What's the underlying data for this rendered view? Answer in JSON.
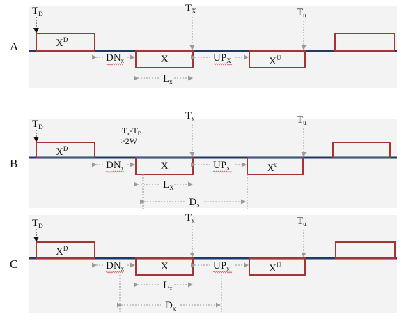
{
  "colors": {
    "panel_bg": "#f3f3f3",
    "baseline": "#1f3a64",
    "box_stroke": "#a33535",
    "guide": "#9a9a9a",
    "underline": "#d26a6a"
  },
  "panels": [
    {
      "label": "A",
      "td": {
        "main": "T",
        "sub": "D"
      },
      "tx": {
        "main": "T",
        "sub": "X"
      },
      "tu": {
        "main": "T",
        "sub": "u"
      },
      "xd": {
        "main": "X",
        "sup": "D"
      },
      "x": "X",
      "xu": {
        "main": "X",
        "sup": "U"
      },
      "dn": {
        "main": "DN",
        "sub": "x"
      },
      "up": {
        "main": "UP",
        "sub": "X"
      },
      "lx": {
        "main": "L",
        "sub": "x"
      },
      "note": null,
      "dx": null
    },
    {
      "label": "B",
      "td": {
        "main": "T",
        "sub": "D"
      },
      "tx": {
        "main": "T",
        "sub": "x"
      },
      "tu": {
        "main": "T",
        "sub": "u"
      },
      "xd": {
        "main": "X",
        "sup": "D"
      },
      "x": "X",
      "xu": {
        "main": "X",
        "sup": "u"
      },
      "dn": {
        "main": "DN",
        "sub": "x"
      },
      "up": {
        "main": "UP",
        "sub": "x"
      },
      "lx": {
        "main": "L",
        "sub": "X"
      },
      "note": {
        "line1_a": "T",
        "line1_a_sub": "x",
        "line1_b": "-T",
        "line1_b_sub": "D",
        "line2": ">2W"
      },
      "dx": {
        "main": "D",
        "sub": "x"
      }
    },
    {
      "label": "C",
      "td": {
        "main": "T",
        "sub": "D"
      },
      "tx": {
        "main": "T",
        "sub": "x"
      },
      "tu": {
        "main": "T",
        "sub": "u"
      },
      "xd": {
        "main": "X",
        "sup": "D"
      },
      "x": "X",
      "xu": {
        "main": "X",
        "sup": "U"
      },
      "dn": {
        "main": "DN",
        "sub": "x"
      },
      "up": {
        "main": "UP",
        "sub": "x"
      },
      "lx": {
        "main": "L",
        "sub": "x"
      },
      "note": null,
      "dx": {
        "main": "D",
        "sub": "x"
      }
    }
  ]
}
